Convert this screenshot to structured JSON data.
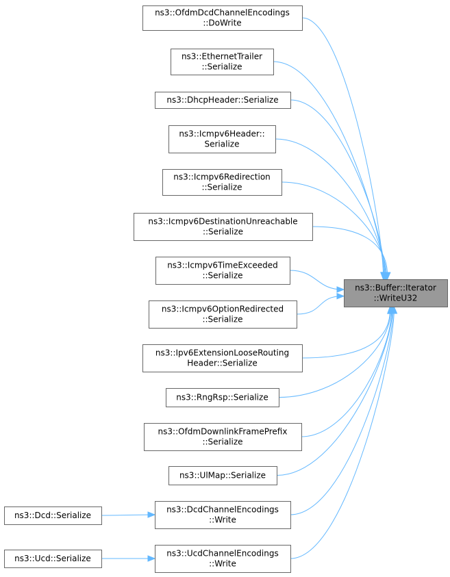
{
  "target": {
    "lines": [
      "ns3::Buffer::Iterator",
      "::WriteU32"
    ]
  },
  "callers": [
    {
      "id": "ofdm-dcd-dowrite",
      "lines": [
        "ns3::OfdmDcdChannelEncodings",
        "::DoWrite"
      ]
    },
    {
      "id": "ethernet-trailer",
      "lines": [
        "ns3::EthernetTrailer",
        "::Serialize"
      ]
    },
    {
      "id": "dhcp-header",
      "lines": [
        "ns3::DhcpHeader::Serialize"
      ]
    },
    {
      "id": "icmpv6-header",
      "lines": [
        "ns3::Icmpv6Header::",
        "Serialize"
      ]
    },
    {
      "id": "icmpv6-redirection",
      "lines": [
        "ns3::Icmpv6Redirection",
        "::Serialize"
      ]
    },
    {
      "id": "icmpv6-dest-unreachable",
      "lines": [
        "ns3::Icmpv6DestinationUnreachable",
        "::Serialize"
      ]
    },
    {
      "id": "icmpv6-time-exceeded",
      "lines": [
        "ns3::Icmpv6TimeExceeded",
        "::Serialize"
      ]
    },
    {
      "id": "icmpv6-option-redirected",
      "lines": [
        "ns3::Icmpv6OptionRedirected",
        "::Serialize"
      ]
    },
    {
      "id": "ipv6-ext-loose-routing",
      "lines": [
        "ns3::Ipv6ExtensionLooseRouting",
        "Header::Serialize"
      ]
    },
    {
      "id": "rng-rsp",
      "lines": [
        "ns3::RngRsp::Serialize"
      ]
    },
    {
      "id": "ofdm-downlink-frame-prefix",
      "lines": [
        "ns3::OfdmDownlinkFramePrefix",
        "::Serialize"
      ]
    },
    {
      "id": "ul-map",
      "lines": [
        "ns3::UlMap::Serialize"
      ]
    },
    {
      "id": "dcd-channel-encodings",
      "lines": [
        "ns3::DcdChannelEncodings",
        "::Write"
      ]
    },
    {
      "id": "ucd-channel-encodings",
      "lines": [
        "ns3::UcdChannelEncodings",
        "::Write"
      ]
    }
  ],
  "second_level": [
    {
      "id": "dcd-serialize",
      "lines": [
        "ns3::Dcd::Serialize"
      ],
      "calls": "dcd-channel-encodings"
    },
    {
      "id": "ucd-serialize",
      "lines": [
        "ns3::Ucd::Serialize"
      ],
      "calls": "ucd-channel-encodings"
    }
  ],
  "colors": {
    "edge": "#63b8ff",
    "target_fill": "#999999",
    "border": "#666666"
  }
}
